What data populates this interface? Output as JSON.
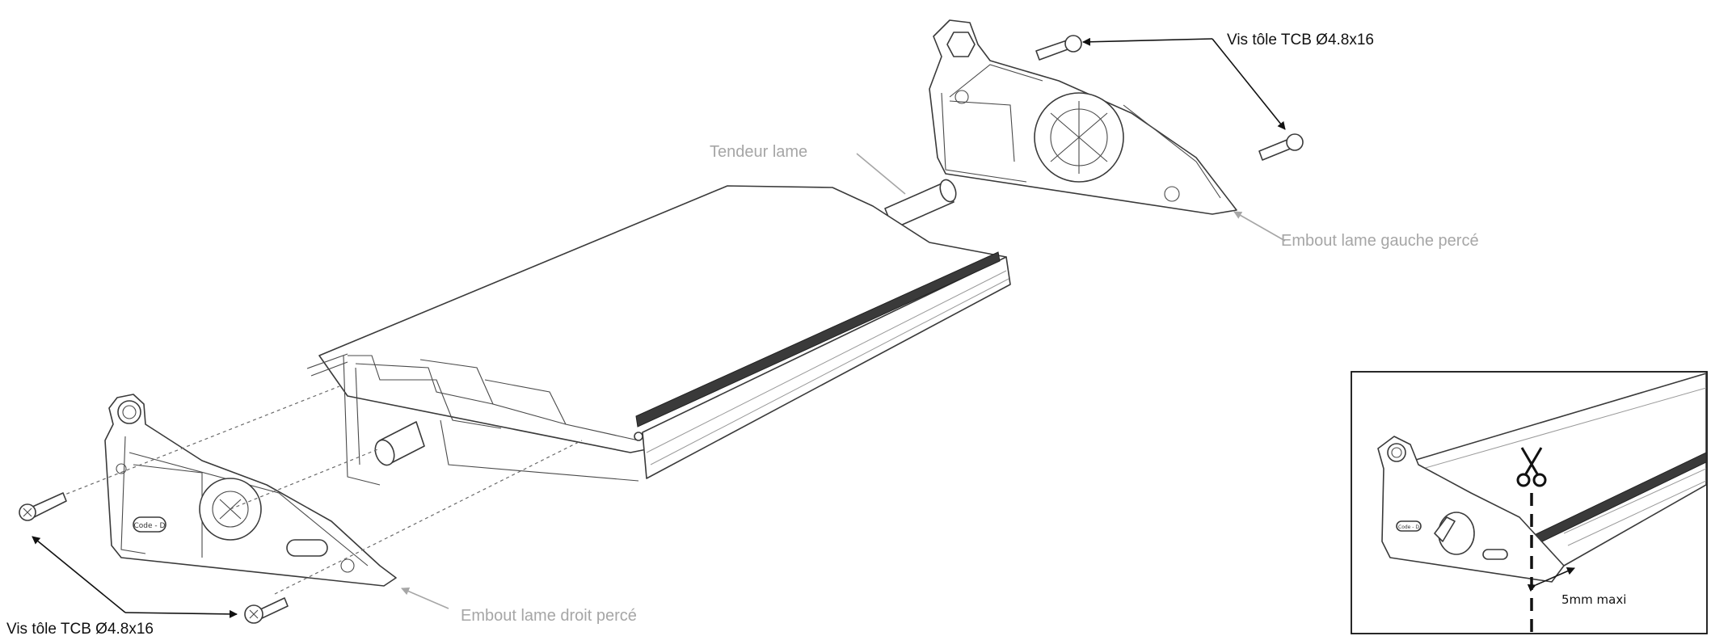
{
  "labels": {
    "screw_top": "Vis tôle TCB Ø4.8x16",
    "screw_bottom": "Vis tôle TCB Ø4.8x16",
    "tensioner": "Tendeur lame",
    "left_endcap": "Embout lame gauche percé",
    "right_endcap": "Embout lame droit percé",
    "code_marking_main": "Code - D",
    "code_marking_inset": "Code - D",
    "inset_cut_margin": "5mm maxi"
  },
  "colors": {
    "label_dark": "#111111",
    "label_grey": "#a6a6a6",
    "gasket": "#3a3a3a",
    "line": "#3a3a3a"
  },
  "icons": {
    "scissors": "scissors-icon"
  }
}
